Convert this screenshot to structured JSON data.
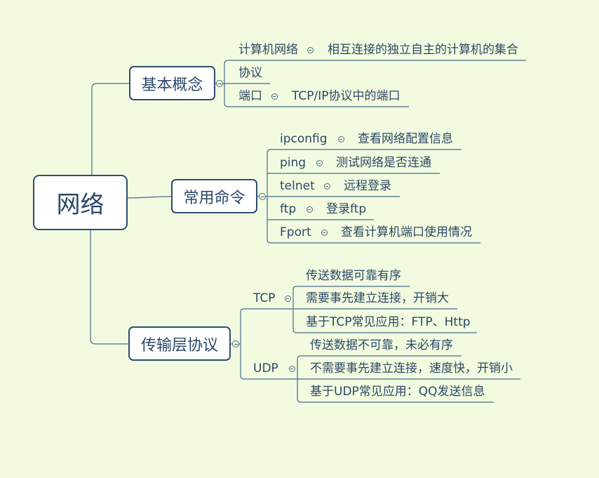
{
  "colors": {
    "background": "#f2fbdf",
    "line": "#4a6a8a",
    "box_border": "#2e4e70",
    "text": "#2b4868",
    "box_fill": "#ffffff"
  },
  "icons": {
    "collapse": "collapse-icon"
  },
  "map": {
    "root": {
      "label": "网络"
    },
    "branches": [
      {
        "label": "基本概念",
        "children": [
          {
            "label": "计算机网络",
            "children": [
              {
                "label": "相互连接的独立自主的计算机的集合"
              }
            ]
          },
          {
            "label": "协议"
          },
          {
            "label": "端口",
            "children": [
              {
                "label": "TCP/IP协议中的端口"
              }
            ]
          }
        ]
      },
      {
        "label": "常用命令",
        "children": [
          {
            "label": "ipconfig",
            "children": [
              {
                "label": "查看网络配置信息"
              }
            ]
          },
          {
            "label": "ping",
            "children": [
              {
                "label": "测试网络是否连通"
              }
            ]
          },
          {
            "label": "telnet",
            "children": [
              {
                "label": "远程登录"
              }
            ]
          },
          {
            "label": "ftp",
            "children": [
              {
                "label": "登录ftp"
              }
            ]
          },
          {
            "label": "Fport",
            "children": [
              {
                "label": "查看计算机端口使用情况"
              }
            ]
          }
        ]
      },
      {
        "label": "传输层协议",
        "children": [
          {
            "label": "TCP",
            "children": [
              {
                "label": "传送数据可靠有序"
              },
              {
                "label": "需要事先建立连接，开销大"
              },
              {
                "label": "基于TCP常见应用：FTP、Http"
              }
            ]
          },
          {
            "label": "UDP",
            "children": [
              {
                "label": "传送数据不可靠，未必有序"
              },
              {
                "label": "不需要事先建立连接，速度快，开销小"
              },
              {
                "label": "基于UDP常见应用：QQ发送信息"
              }
            ]
          }
        ]
      }
    ]
  }
}
